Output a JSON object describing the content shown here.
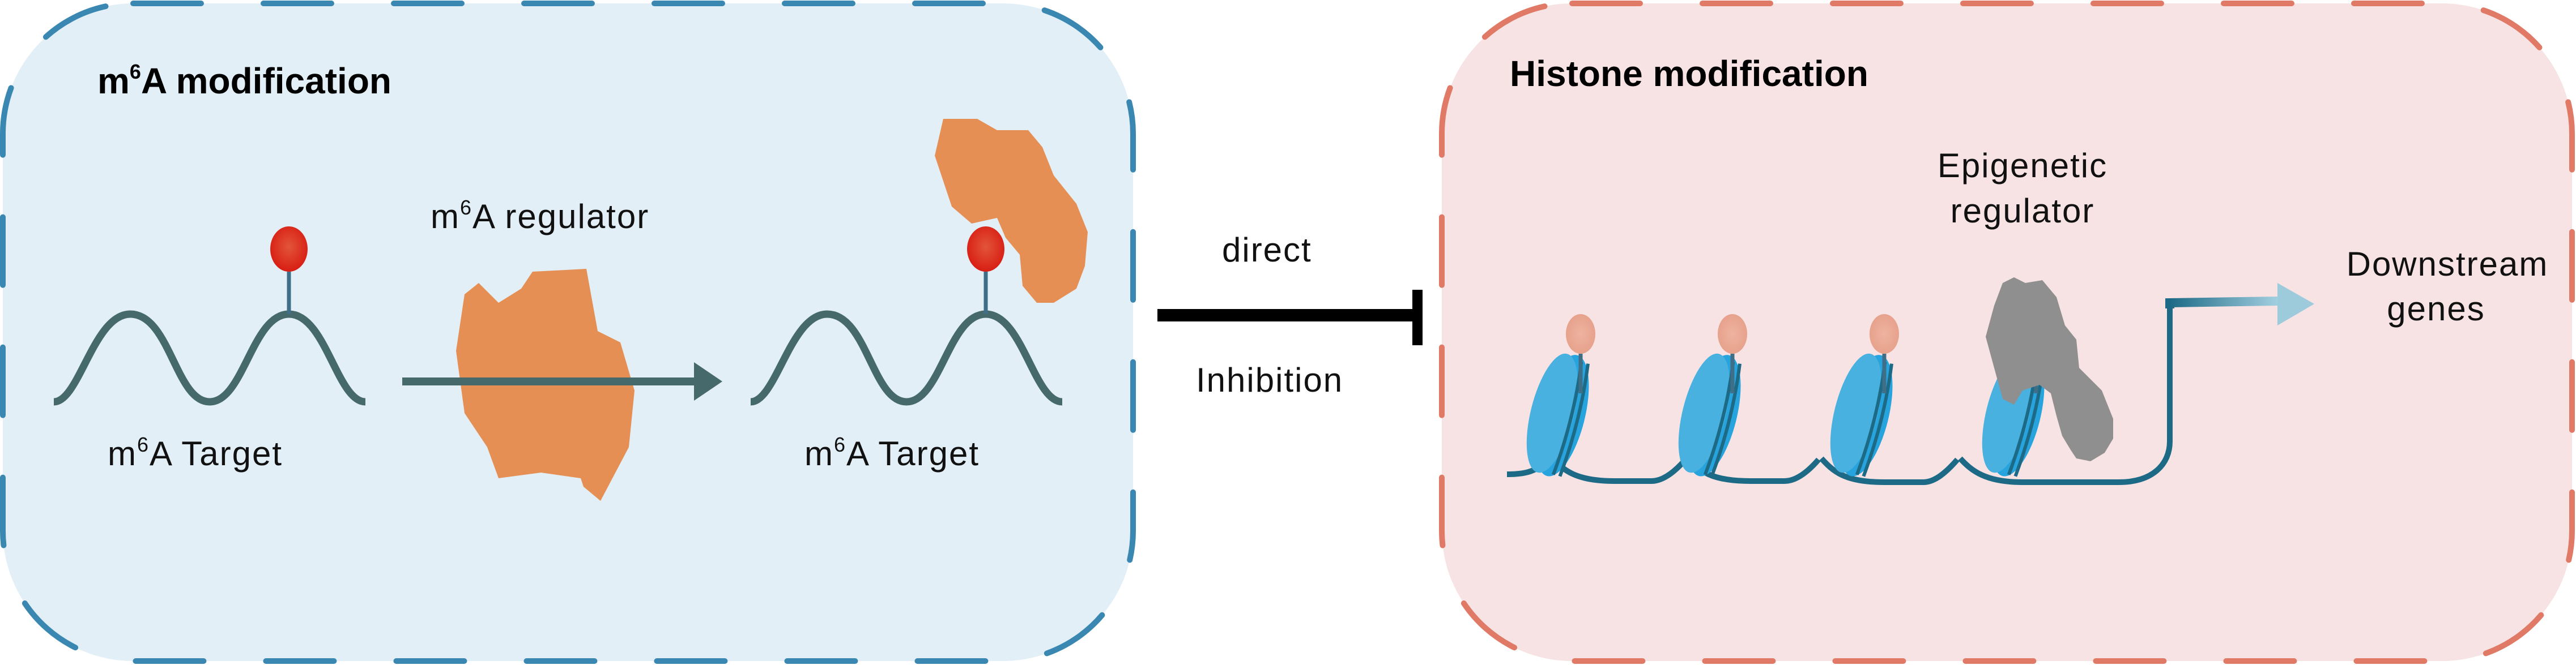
{
  "colors": {
    "panel_left_fill": "#e2eff7",
    "panel_left_border": "#3a88b2",
    "panel_right_fill": "#f7e3e3",
    "panel_right_border": "#e07a66",
    "rna_strand": "#466a6b",
    "m6a_mark": "#d92b1a",
    "regulator_orange": "#e68f55",
    "histone_blue": "#3aa9de",
    "dna_strand": "#1d6a86",
    "histone_mark": "#e8a894",
    "epigenetic_regulator_gray": "#8f8f8f",
    "inhibition_bar": "#000000"
  },
  "left_panel": {
    "title_base": "m",
    "title_sup": "6",
    "title_rest": "A modification",
    "regulator_label_base": "m",
    "regulator_label_sup": "6",
    "regulator_label_rest": "A regulator",
    "target_left_base": "m",
    "target_left_sup": "6",
    "target_left_rest": "A Target",
    "target_right_base": "m",
    "target_right_sup": "6",
    "target_right_rest": "A Target"
  },
  "connector": {
    "top_label": "direct",
    "bottom_label": "Inhibition"
  },
  "right_panel": {
    "title": "Histone modification",
    "regulator_line1": "Epigenetic",
    "regulator_line2": "regulator",
    "output_line1": "Downstream",
    "output_line2": "genes",
    "nucleosome_count": 4
  }
}
